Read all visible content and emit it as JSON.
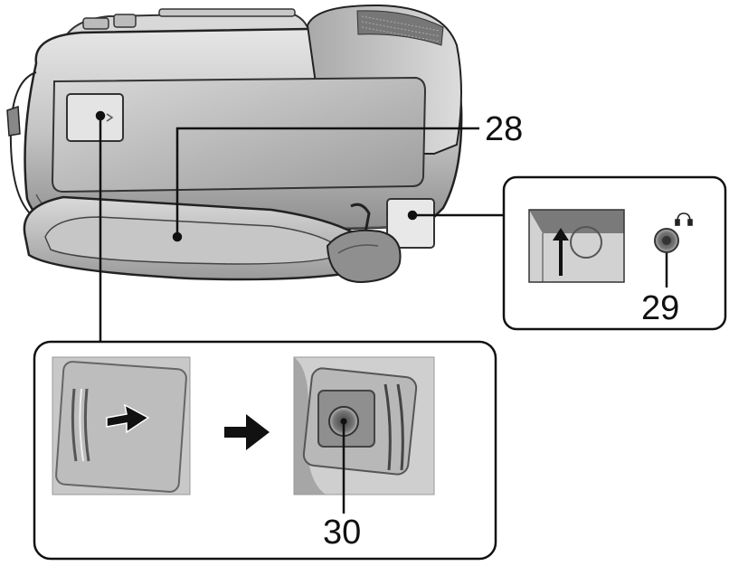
{
  "callouts": {
    "strap": "28",
    "headphone_terminal": "29",
    "tripod_receptacle": "30"
  },
  "icons": {
    "headphone": "headphone-icon",
    "remote_sensor": "remote-sensor-icon",
    "slide_arrow": "arrow-right-icon",
    "open_arrow": "arrow-up-icon"
  },
  "colors": {
    "line": "#111111",
    "body_dark": "#6e6e6e",
    "body_mid": "#a0a0a0",
    "body_light": "#cfcfcf",
    "panel_bg": "#ffffff"
  }
}
